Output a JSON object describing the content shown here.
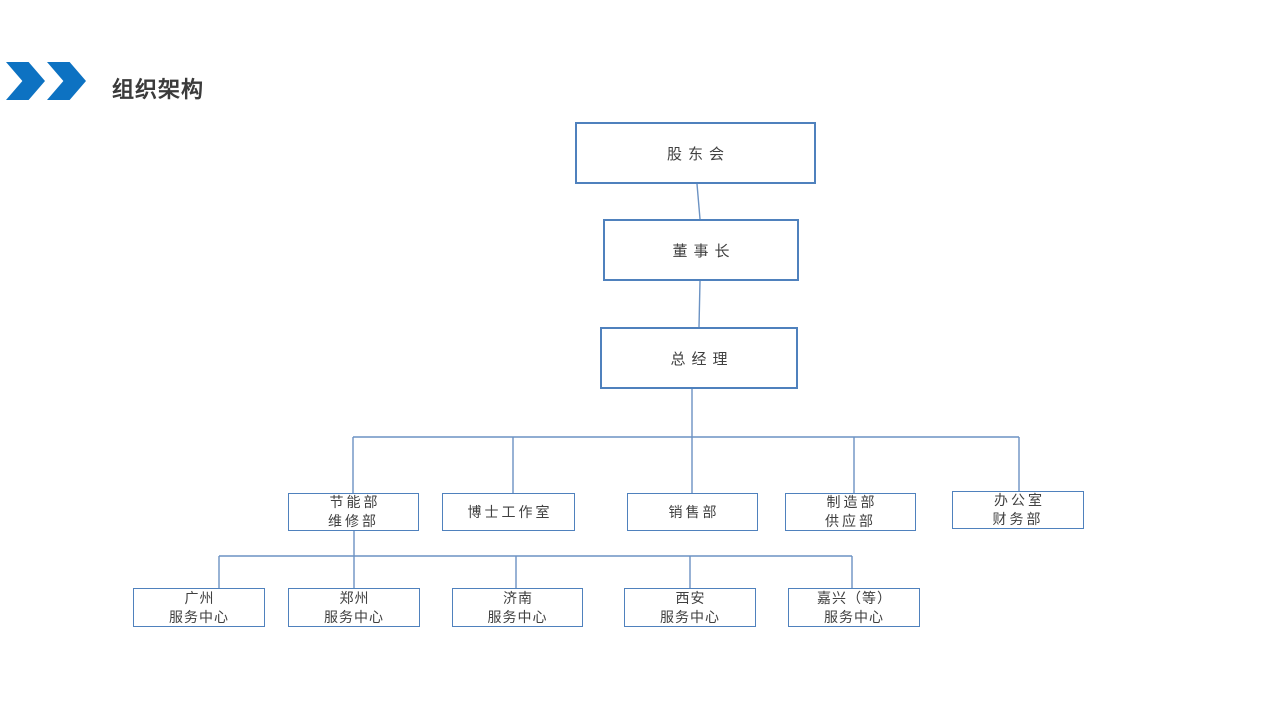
{
  "slide": {
    "title": "组织架构",
    "accent_blue": "#0d72c2",
    "title_color": "#3b3b3b",
    "box_border_color": "#4f81bd",
    "connector_color": "#6b92c3",
    "text_color": "#404040",
    "background": "#ffffff"
  },
  "org_chart": {
    "shareholders": {
      "label": "股东会"
    },
    "chairman": {
      "label": "董事长"
    },
    "general_manager": {
      "label": "总经理"
    },
    "departments": [
      {
        "label": "节能部\n维修部"
      },
      {
        "label": "博士工作室"
      },
      {
        "label": "销售部"
      },
      {
        "label": "制造部\n供应部"
      },
      {
        "label": "办公室\n财务部"
      }
    ],
    "service_centers": [
      {
        "label": "广州\n服务中心"
      },
      {
        "label": "郑州\n服务中心"
      },
      {
        "label": "济南\n服务中心"
      },
      {
        "label": "西安\n服务中心"
      },
      {
        "label": "嘉兴（等）\n服务中心"
      }
    ]
  }
}
